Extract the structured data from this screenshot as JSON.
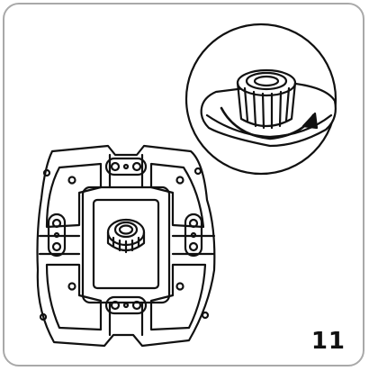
{
  "step": {
    "number": "11"
  },
  "colors": {
    "line": "#111111",
    "frame": "#a9a9a9",
    "background": "#ffffff"
  },
  "illustration": {
    "main": "four-section-base-assembly-with-center-nut",
    "detail": "nut-rotation-callout"
  }
}
